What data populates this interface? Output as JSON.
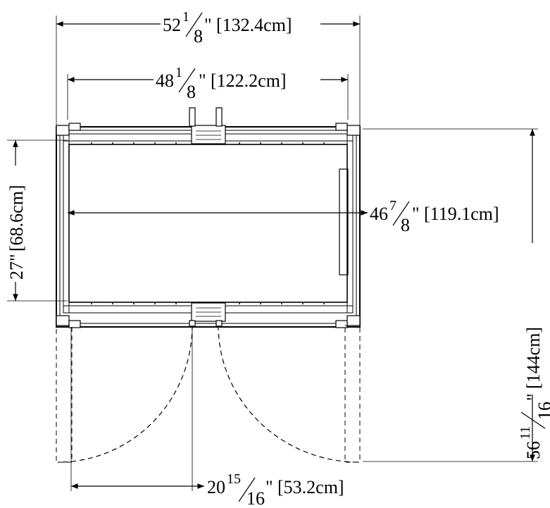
{
  "dimensions": {
    "outer_width": {
      "whole": "52",
      "num": "1",
      "den": "8",
      "inch": "\"",
      "metric": "[132.4cm]"
    },
    "inner_width": {
      "whole": "48",
      "num": "1",
      "den": "8",
      "inch": "\"",
      "metric": "[122.2cm]"
    },
    "interior_width": {
      "whole": "46",
      "num": "7",
      "den": "8",
      "inch": "\"",
      "metric": "[119.1cm]"
    },
    "depth_left": {
      "text": "27\"",
      "metric": "[68.6cm]"
    },
    "overall_depth": {
      "whole": "56",
      "num": "11",
      "den": "16",
      "inch": "\"",
      "metric": "[144cm]"
    },
    "door_opening": {
      "whole": "20",
      "num": "15",
      "den": "16",
      "inch": "\"",
      "metric": "[53.2cm]"
    }
  }
}
